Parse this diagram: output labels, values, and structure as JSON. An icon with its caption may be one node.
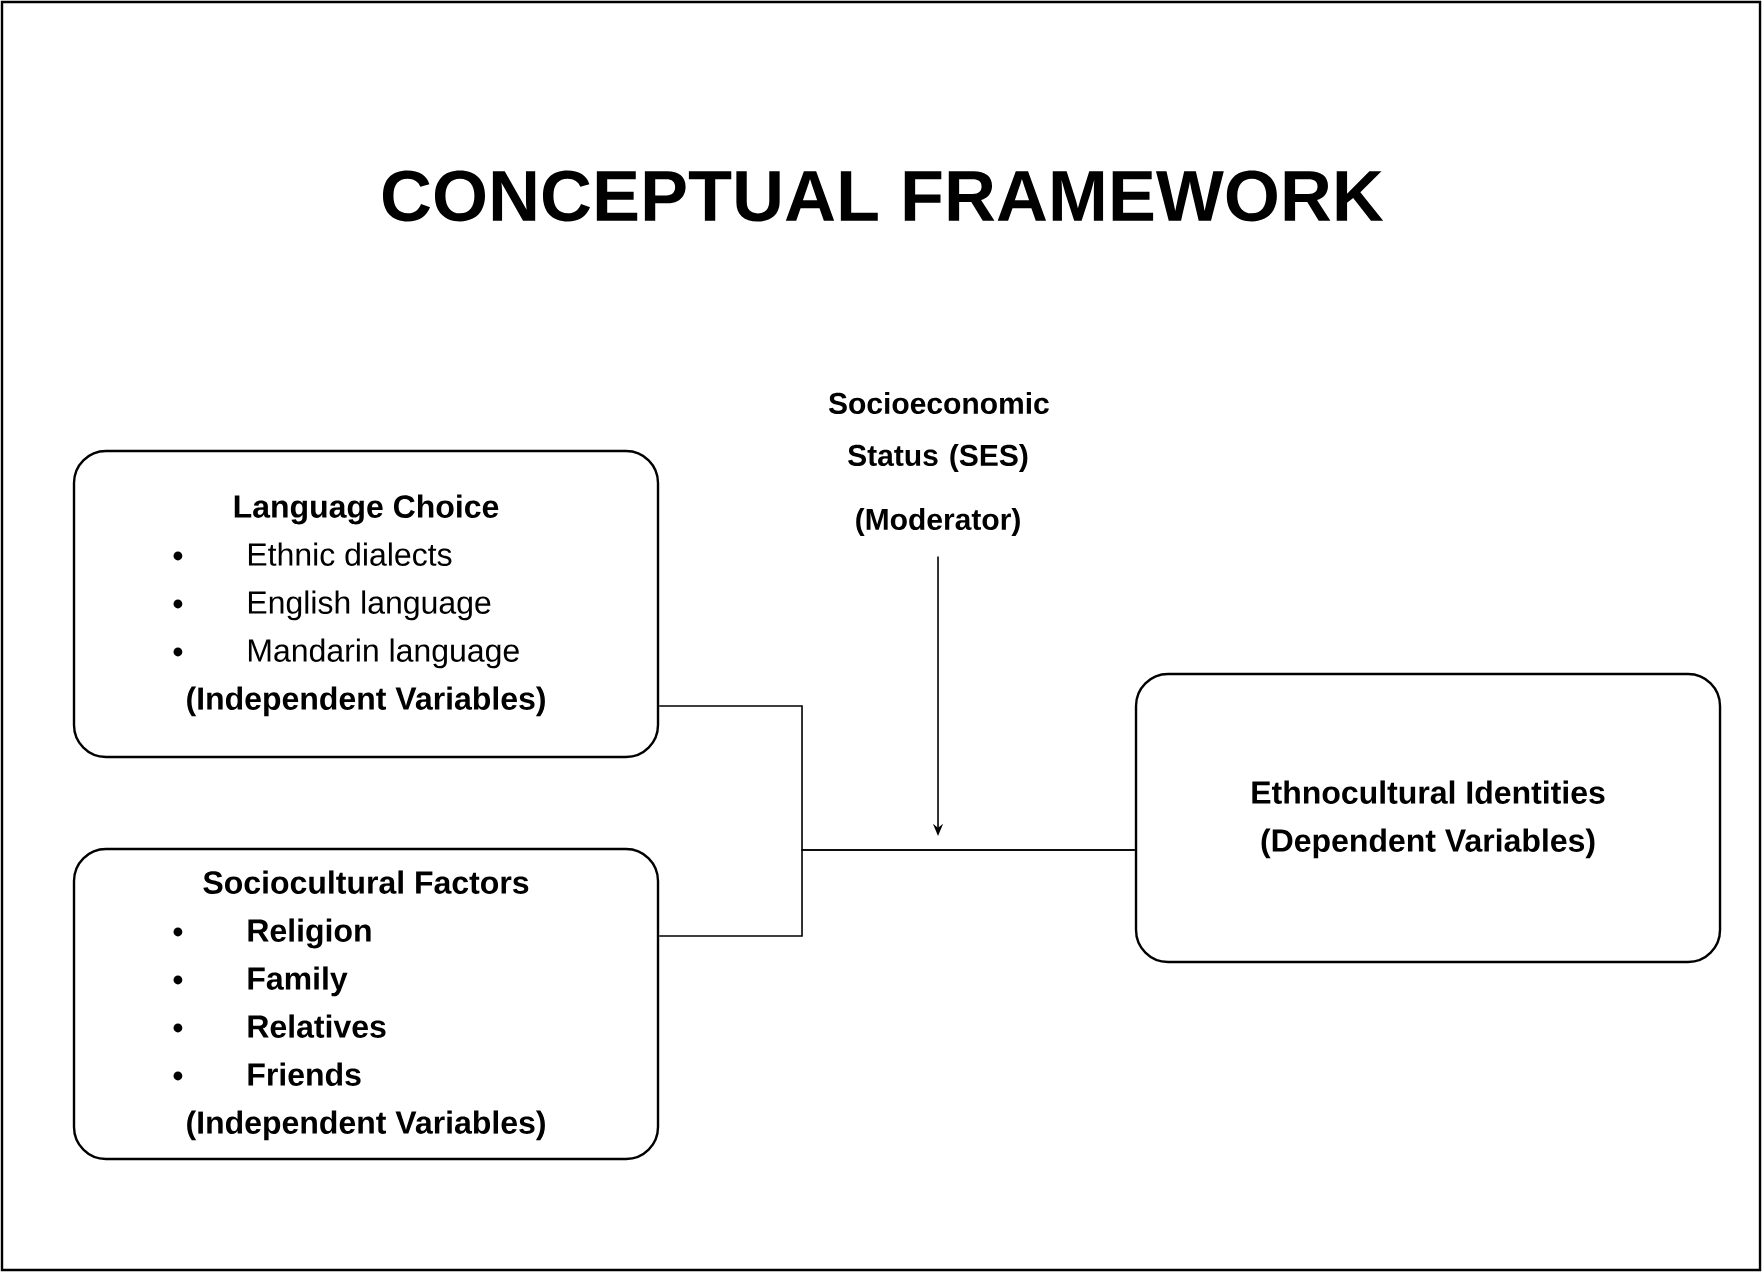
{
  "diagram": {
    "title": "CONCEPTUAL FRAMEWORK",
    "nodes": [
      {
        "text": [
          "Language Choice",
          "Ethnic dialects",
          "English language",
          "Mandarin language",
          "(Independent Variables)"
        ]
      },
      {
        "text": [
          "Sociocultural Factors",
          "Religion",
          "Family",
          "Relatives",
          "Friends",
          "(Independent Variables)"
        ]
      },
      {
        "text": [
          "Socioeconomic Status (SES)",
          "(Moderator)"
        ]
      },
      {
        "text": [
          "Ethnocultural Identities",
          "(Dependent Variables)"
        ]
      }
    ],
    "edges": [
      {
        "from": 0,
        "to": 3,
        "arrow": "none"
      },
      {
        "from": 1,
        "to": 3,
        "arrow": "none"
      },
      {
        "from": 2,
        "to": null,
        "arrow": "to"
      }
    ]
  }
}
